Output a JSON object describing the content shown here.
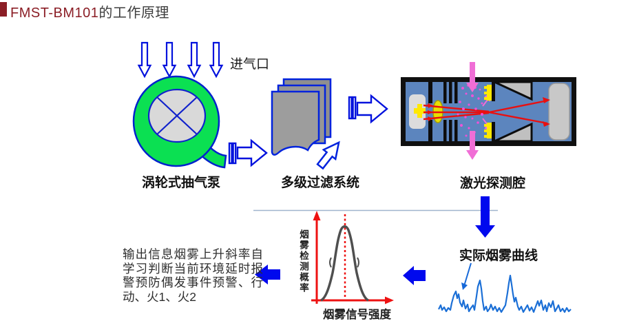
{
  "header": {
    "title_model": "FMST-BM101",
    "title_suffix": "的工作原理",
    "accent_color": "#8B1E26"
  },
  "labels": {
    "inlet": "进气口",
    "pump": "涡轮式抽气泵",
    "filter": "多级过滤系统",
    "chamber": "激光探测腔",
    "smoke_curve": "实际烟雾曲线"
  },
  "gauss": {
    "y_label": "烟雾检测概率",
    "x_label": "烟雾信号强度"
  },
  "output": {
    "text": "输出信息烟雾上升斜率自学习判断当前环境延时报警预防偶发事件预警、行动、火1、火2"
  },
  "colors": {
    "outline_blue": "#0011DD",
    "solid_arrow_blue": "#0009EE",
    "pump_green": "#0BE052",
    "chamber_blue": "#5C85BE",
    "laser_red": "#E81010",
    "smoke_pink": "#F06ED6",
    "axis_red": "#EE1111",
    "curve_blue": "#1B6FD6",
    "sheet_gray": "#9B9B9B"
  }
}
